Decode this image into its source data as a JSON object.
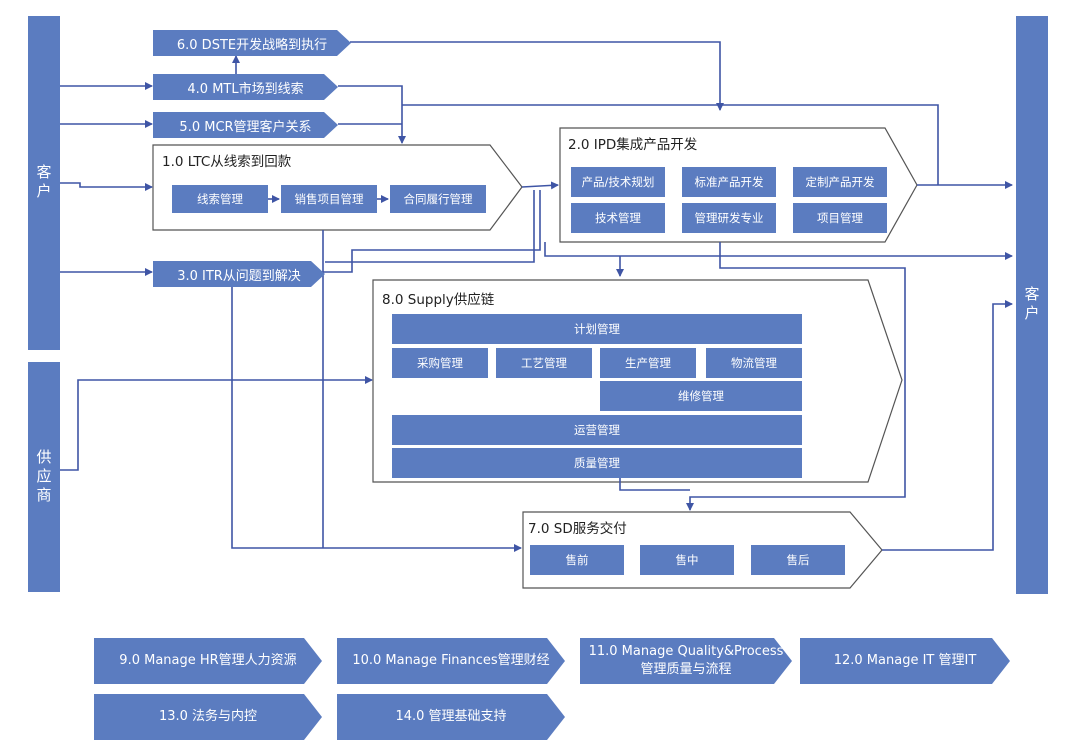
{
  "customer_left": "客户",
  "supplier": "供应商",
  "customer_right": "客户",
  "processes": {
    "dste": "6.0 DSTE开发战略到执行",
    "mtl": "4.0 MTL市场到线索",
    "mcr": "5.0 MCR管理客户关系",
    "itr": "3.0 ITR从问题到解决"
  },
  "ltc": {
    "title": "1.0 LTC从线索到回款",
    "steps": [
      "线索管理",
      "销售项目管理",
      "合同履行管理"
    ]
  },
  "ipd": {
    "title": "2.0 IPD集成产品开发",
    "items": [
      "产品/技术规划",
      "标准产品开发",
      "定制产品开发",
      "技术管理",
      "管理研发专业",
      "项目管理"
    ]
  },
  "supply": {
    "title": "8.0 Supply供应链",
    "plan": "计划管理",
    "row2": [
      "采购管理",
      "工艺管理",
      "生产管理",
      "物流管理"
    ],
    "maint": "维修管理",
    "ops": "运营管理",
    "quality": "质量管理"
  },
  "sd": {
    "title": "7.0 SD服务交付",
    "items": [
      "售前",
      "售中",
      "售后"
    ]
  },
  "support": {
    "hr": "9.0 Manage HR管理人力资源",
    "fin": "10.0 Manage Finances管理财经",
    "qp_line1": "11.0 Manage Quality&Process",
    "qp_line2": "管理质量与流程",
    "it": "12.0 Manage IT 管理IT",
    "legal": "13.0 法务与内控",
    "infra": "14.0 管理基础支持"
  },
  "colors": {
    "bar": "#5b7cc0",
    "line": "#3f55a5",
    "outline": "#555555"
  }
}
